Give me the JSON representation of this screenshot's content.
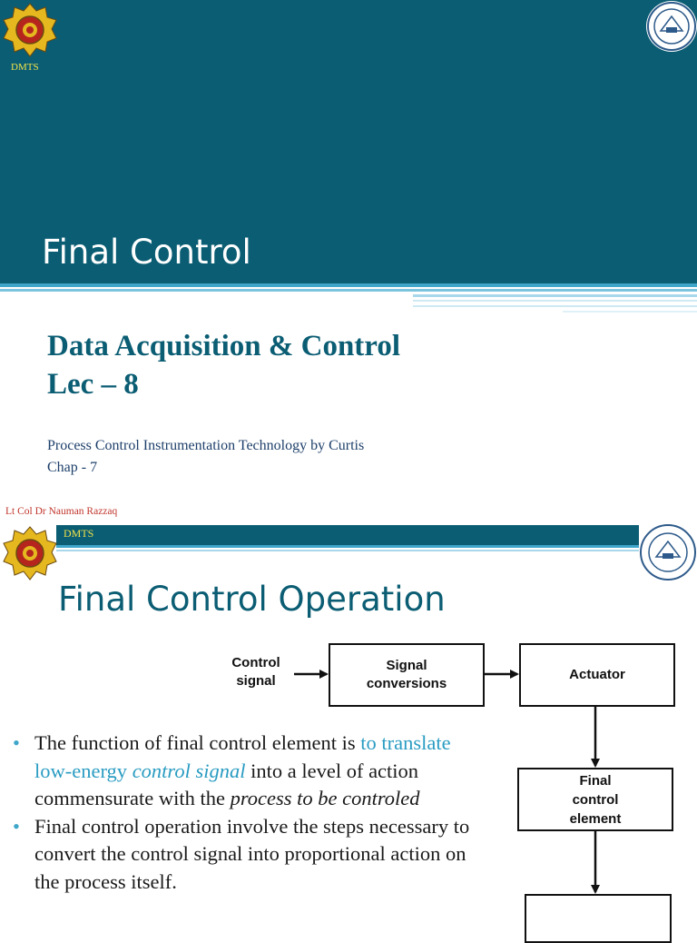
{
  "slide1": {
    "org": "DMTS",
    "title": "Final Control",
    "subtitle_line1": "Data Acquisition & Control",
    "subtitle_line2": "Lec – 8",
    "reference_line1": "Process Control Instrumentation Technology by Curtis",
    "reference_line2": "Chap - 7",
    "author": "Lt Col Dr Nauman Razzaq"
  },
  "slide2": {
    "org": "DMTS",
    "title": "Final Control Operation",
    "diagram": {
      "input_label_line1": "Control",
      "input_label_line2": "signal",
      "box1_line1": "Signal",
      "box1_line2": "conversions",
      "box2": "Actuator",
      "box3_line1": "Final",
      "box3_line2": "control",
      "box3_line3": "element"
    },
    "bullet1": {
      "part1": "The function of final control element is ",
      "highlight1": "to translate low-energy ",
      "highlight_italic": "control signal",
      "part2": " into a level of action commensurate with the ",
      "italic_end": "process to be controled"
    },
    "bullet2": "Final control operation involve the steps necessary to convert the control signal into proportional action on the process itself."
  },
  "colors": {
    "header_teal": "#0b5d73",
    "accent_cyan": "#2a9cc2",
    "org_yellow": "#f0e24a",
    "author_red": "#c0362c"
  }
}
